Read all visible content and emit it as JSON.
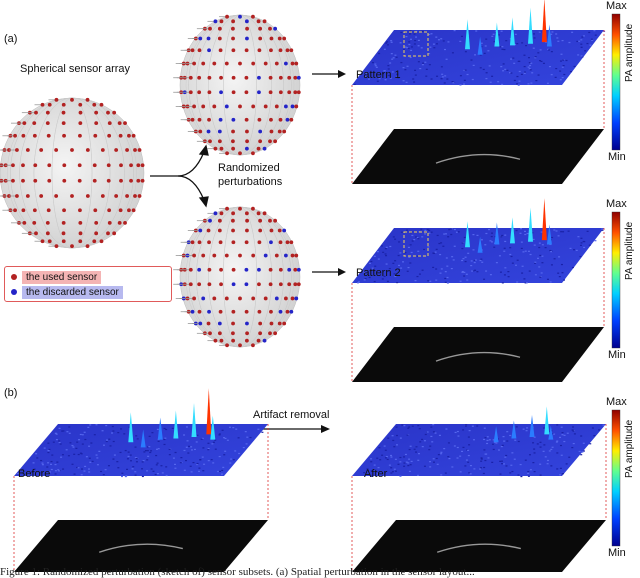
{
  "panel_a": {
    "label": "(a)",
    "array_title": "Spherical sensor array",
    "perturbation_label_1": "Randomized",
    "perturbation_label_2": "perturbations",
    "pattern_1": "Pattern 1",
    "pattern_2": "Pattern 2",
    "legend": {
      "used": "the used sensor",
      "discarded": "the discarded sensor"
    }
  },
  "panel_b": {
    "label": "(b)",
    "arrow_label": "Artifact removal",
    "before": "Before",
    "after": "After"
  },
  "colorbar": {
    "max": "Max",
    "min": "Min",
    "title": "PA amplitude"
  },
  "caption": "Figure 1: Randomized perturbation (sketch of)  sensor subsets. (a) Spatial perturbation in the sensor layout..."
}
